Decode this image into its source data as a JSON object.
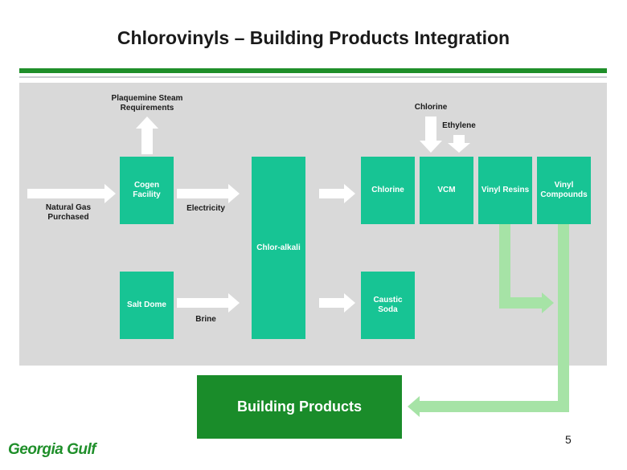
{
  "title": "Chlorovinyls – Building Products Integration",
  "boxes": {
    "cogen": "Cogen\nFacility",
    "salt_dome": "Salt Dome",
    "chlor_alkali": "Chlor-alkali",
    "chlorine": "Chlorine",
    "vcm": "VCM",
    "vinyl_resins": "Vinyl Resins",
    "vinyl_compounds": "Vinyl\nCompounds",
    "caustic_soda": "Caustic\nSoda"
  },
  "labels": {
    "plaquemine": "Plaquemine Steam\nRequirements",
    "natural_gas": "Natural Gas\nPurchased",
    "electricity": "Electricity",
    "brine": "Brine",
    "chlorine_input": "Chlorine",
    "ethylene_input": "Ethylene"
  },
  "building_products": "Building Products",
  "page_number": "5",
  "logo_text": "Georgia Gulf",
  "colors": {
    "box_fill": "#17c494",
    "building_products_fill": "#1a8c2a",
    "rule": "#1f8f2a",
    "panel": "#d9d9d9",
    "flow_arrow": "#a6e3a6",
    "block_arrow": "#ffffff"
  }
}
